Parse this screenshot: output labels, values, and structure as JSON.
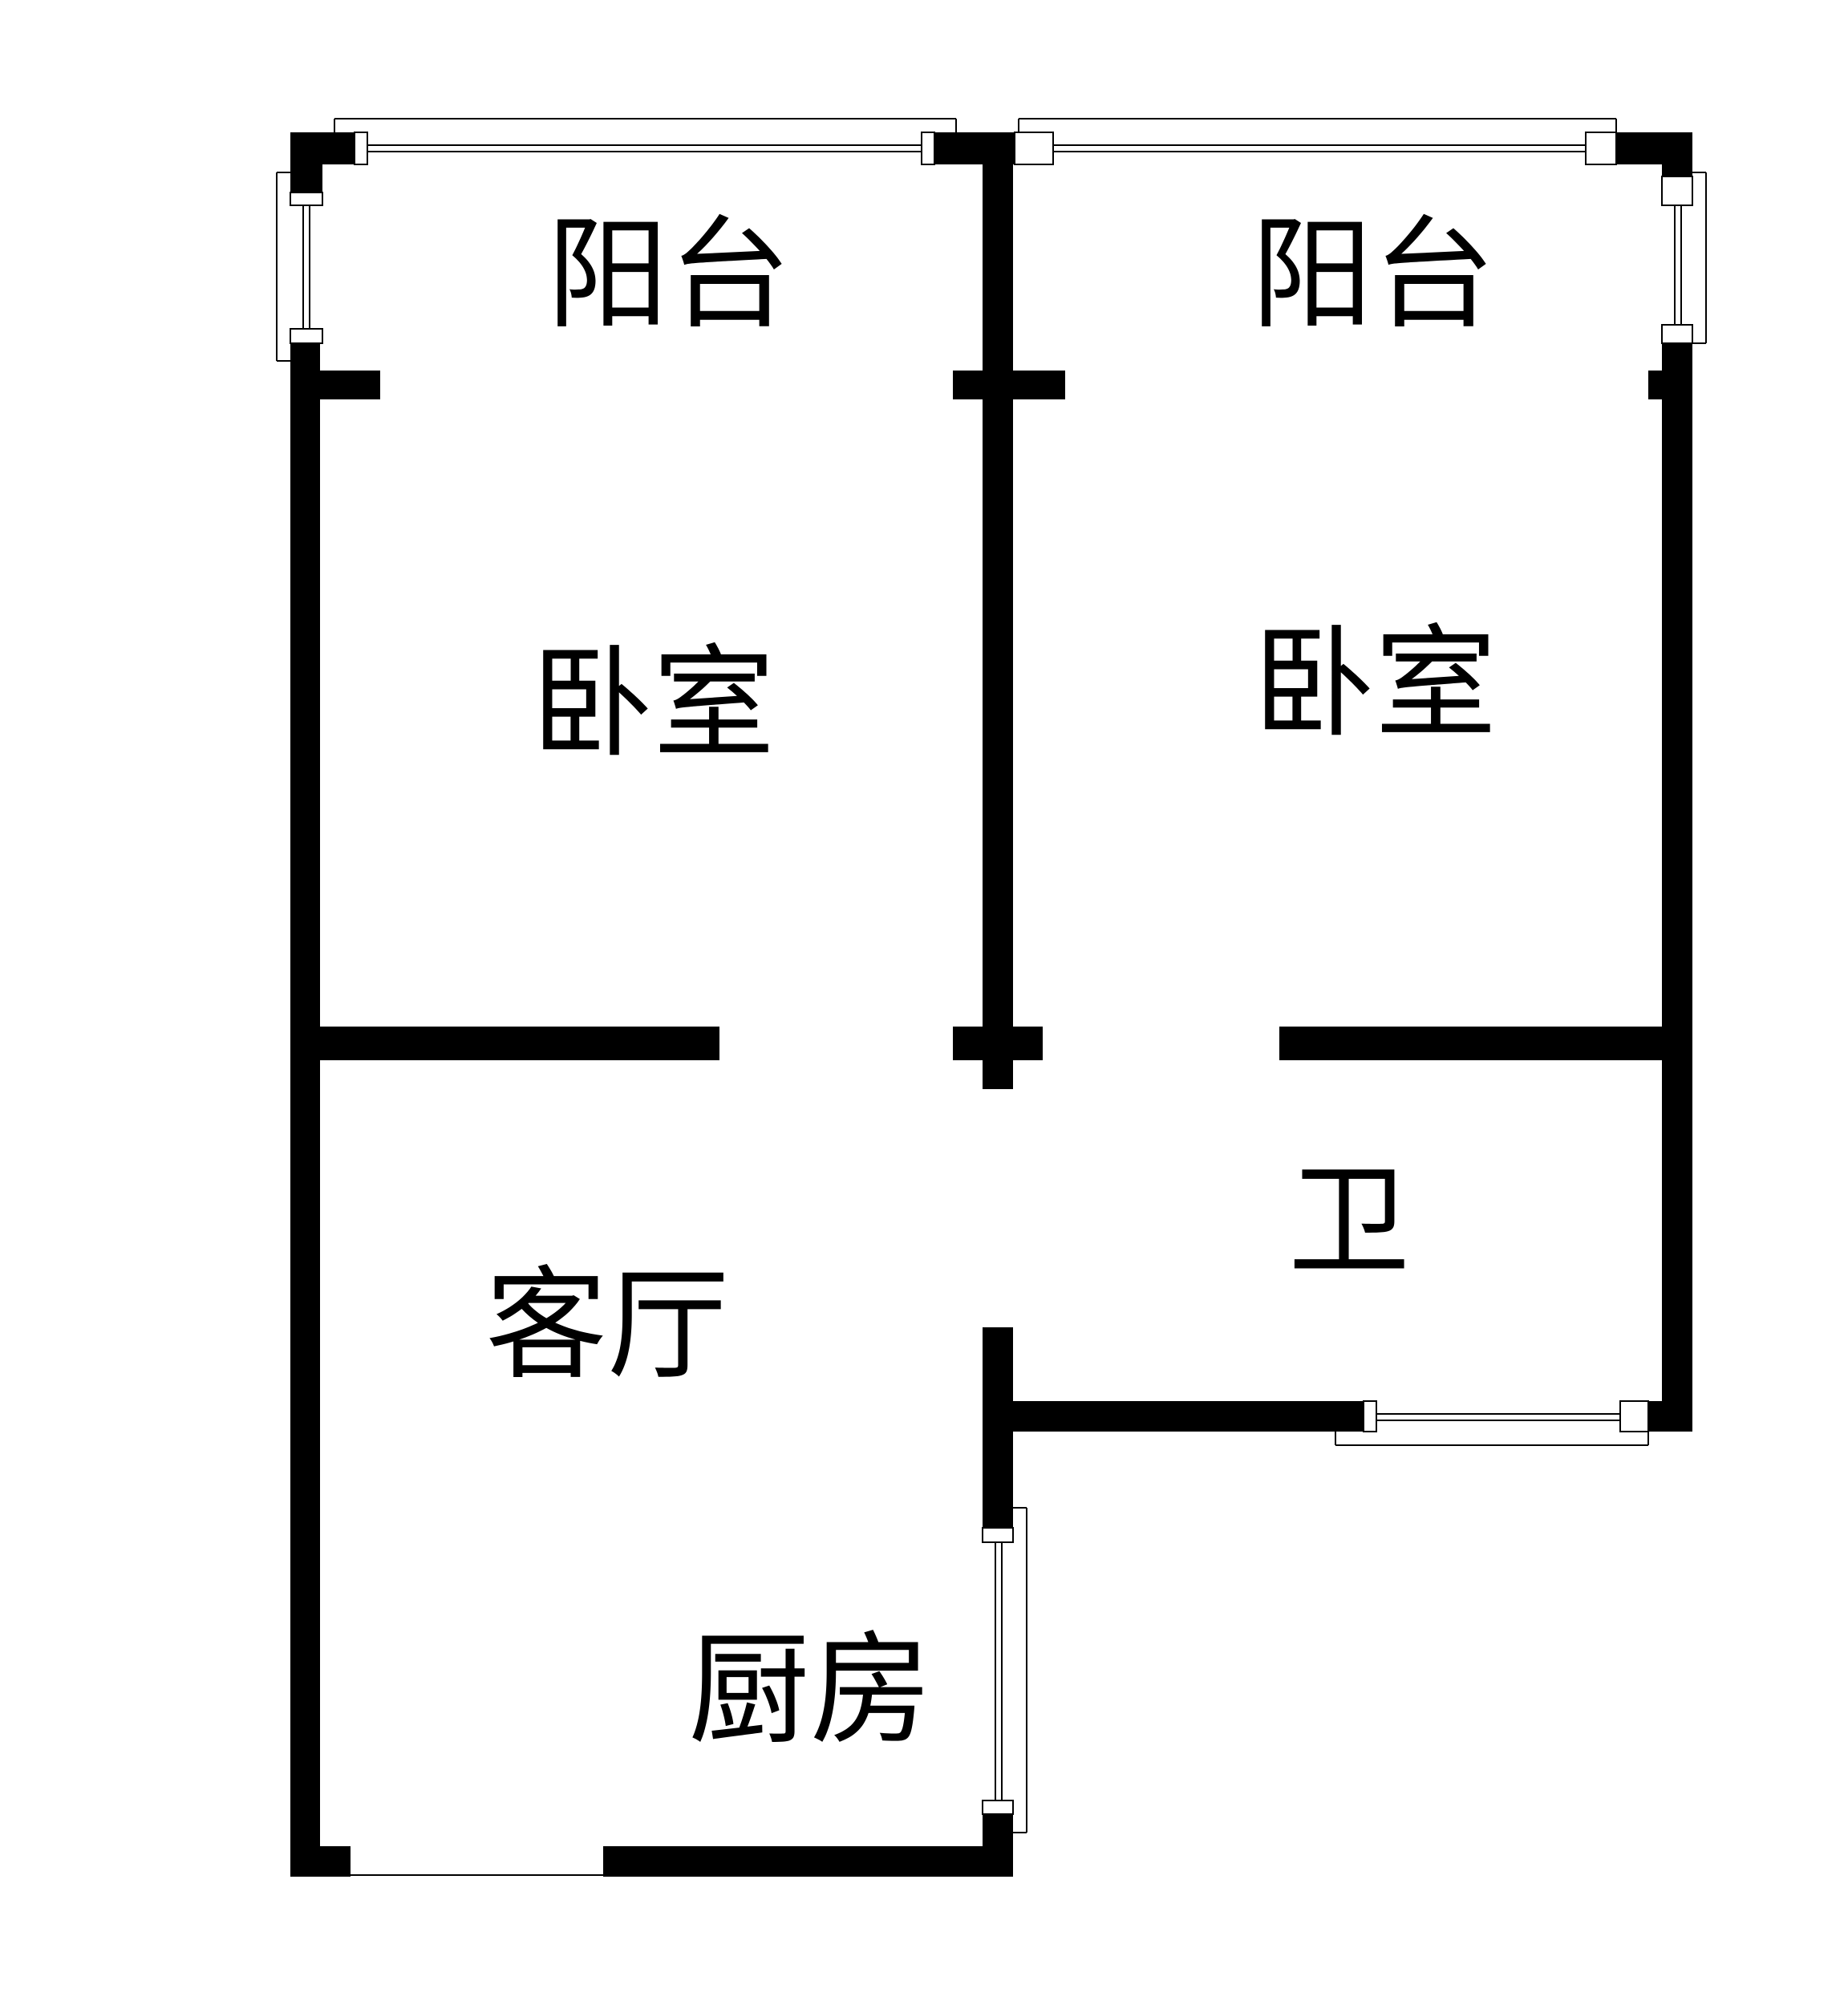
{
  "colors": {
    "wall": "#000000",
    "background": "#ffffff",
    "window": "#000000"
  },
  "rooms": {
    "balcony_left": "阳台",
    "balcony_right": "阳台",
    "bedroom_left": "卧室",
    "bedroom_right": "卧室",
    "living_room": "客厅",
    "bathroom": "卫",
    "kitchen": "厨房"
  }
}
